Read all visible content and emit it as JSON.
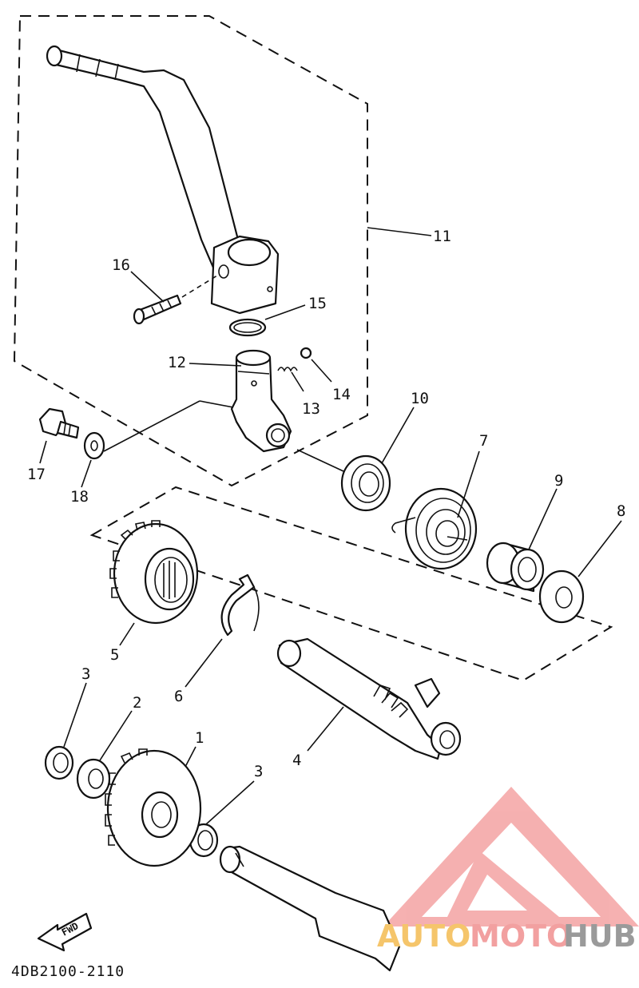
{
  "diagram": {
    "drawing_code": "4DB2100-2110",
    "fwd_label": "FWD",
    "callouts": [
      "1",
      "2",
      "3",
      "3",
      "4",
      "5",
      "6",
      "7",
      "8",
      "9",
      "10",
      "11",
      "12",
      "13",
      "14",
      "15",
      "16",
      "17",
      "18"
    ]
  },
  "watermark": {
    "part1": "AUTO",
    "part2": "MOTO",
    "part3": "HUB",
    "colors": {
      "auto": "#f5c56b",
      "moto": "#f2a0a0",
      "hub": "#9a9a9a",
      "logo": "#f4a3a3"
    }
  }
}
